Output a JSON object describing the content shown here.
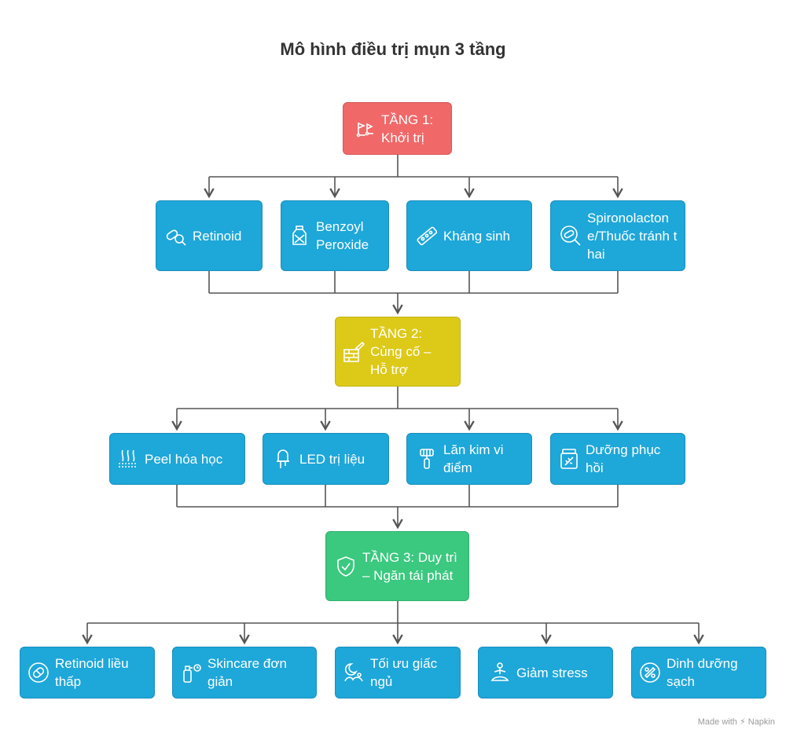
{
  "title": "Mô hình điều trị mụn 3 tầng",
  "tier1": {
    "label": "TẦNG 1: Khởi trị",
    "icon": "flags-path-icon",
    "color": "#f06868"
  },
  "tier1_items": [
    {
      "label": "Retinoid",
      "icon": "pill-magnifier-icon"
    },
    {
      "label": "Benzoyl Peroxide",
      "icon": "bottle-icon"
    },
    {
      "label": "Kháng sinh",
      "icon": "pill-strip-icon"
    },
    {
      "label": "Spironolactone/Thuốc tránh thai",
      "icon": "pill-search-icon"
    }
  ],
  "tier2": {
    "label": "TẦNG 2: Củng cố – Hỗ trợ",
    "icon": "brick-wall-trowel-icon",
    "color": "#ddc918"
  },
  "tier2_items": [
    {
      "label": "Peel hóa học",
      "icon": "skin-layers-icon"
    },
    {
      "label": "LED trị liệu",
      "icon": "led-icon"
    },
    {
      "label": "Lăn kim vi điểm",
      "icon": "derma-roller-icon"
    },
    {
      "label": "Dưỡng phục hồi",
      "icon": "cream-jar-icon"
    }
  ],
  "tier3": {
    "label": "TẦNG 3: Duy trì – Ngăn tái phát",
    "icon": "shield-check-icon",
    "color": "#3bc87f"
  },
  "tier3_items": [
    {
      "label": "Retinoid liều thấp",
      "icon": "pill-circle-icon"
    },
    {
      "label": "Skincare đơn giản",
      "icon": "spray-bottle-icon"
    },
    {
      "label": "Tối ưu giấc ngủ",
      "icon": "moon-sleep-icon"
    },
    {
      "label": "Giảm stress",
      "icon": "meditation-icon"
    },
    {
      "label": "Dinh dưỡng sạch",
      "icon": "healthy-food-icon"
    }
  ],
  "footer": {
    "made_with": "Made with",
    "brand": "Napkin"
  },
  "colors": {
    "item": "#1ea7d9",
    "connector": "#555555"
  }
}
